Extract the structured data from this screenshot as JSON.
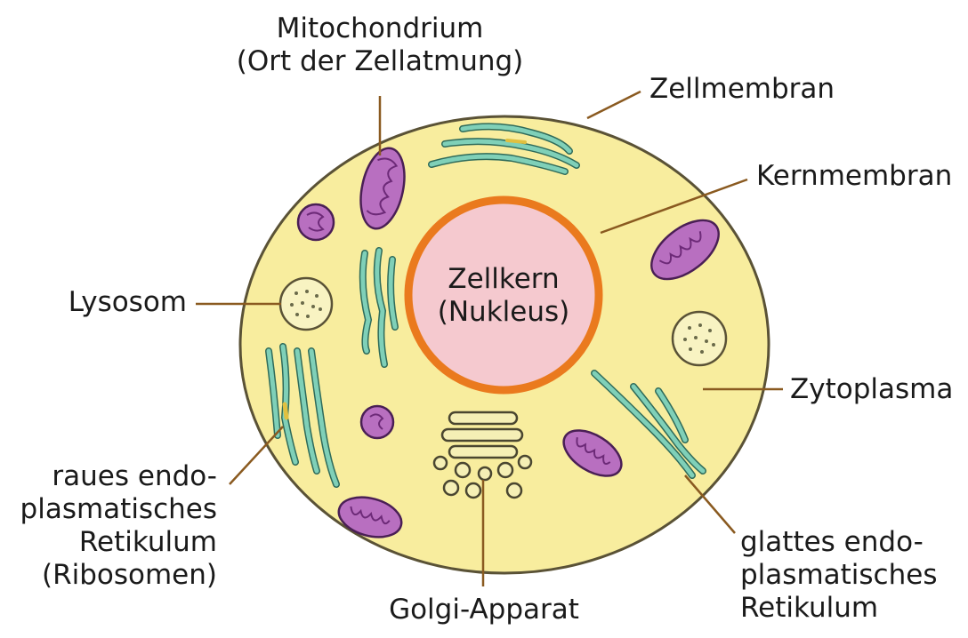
{
  "labels": {
    "mitochondrium": [
      "Mitochondrium",
      "(Ort der Zellatmung)"
    ],
    "zellmembran": "Zellmembran",
    "kernmembran": "Kernmembran",
    "lysosom": "Lysosom",
    "zellkern": [
      "Zellkern",
      "(Nukleus)"
    ],
    "zytoplasma": "Zytoplasma",
    "raues_er": [
      "raues endo-",
      "plasmatisches",
      "Retikulum",
      "(Ribosomen)"
    ],
    "golgi": "Golgi-Apparat",
    "glattes_er": [
      "glattes endo-",
      "plasmatisches",
      "Retikulum"
    ]
  },
  "colors": {
    "cytoplasm": "#f8ed9e",
    "cell_outline": "#5a5236",
    "nucleus": "#f5c9cf",
    "nuclear_membrane": "#ea7a1e",
    "mitochondrion": "#b86fc0",
    "mito_crista": "#6d2a78",
    "er": "#7fd0b8",
    "er_outline": "#2f6b5a",
    "lysosome": "#f8f3c2",
    "golgi": "#f5efb5",
    "leader_line": "#8a5a20",
    "ribosome": "#e0c040"
  }
}
